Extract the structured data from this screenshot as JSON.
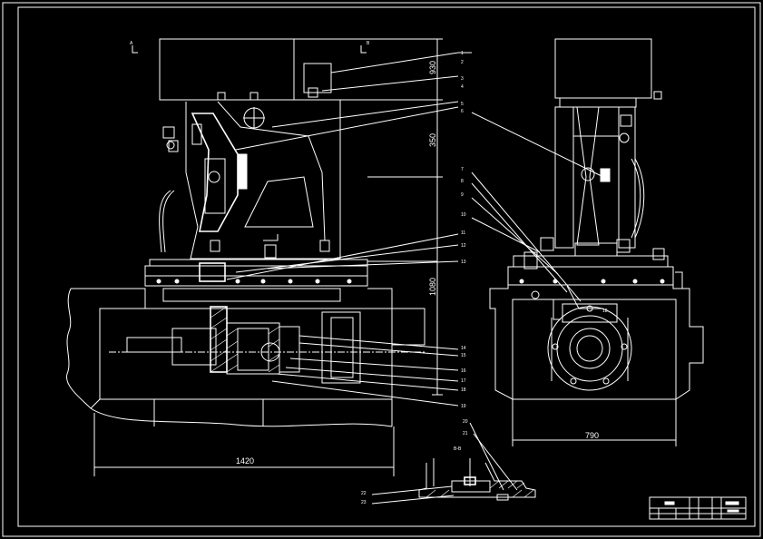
{
  "drawing": {
    "dimensions": {
      "left_width": "1420",
      "right_width": "790",
      "height_top": "930",
      "height_mid": "350",
      "height_low": "1080",
      "slot_width": "18"
    },
    "part_numbers_upper": [
      "1",
      "2",
      "3",
      "4",
      "5",
      "6",
      "7",
      "8",
      "9",
      "10",
      "11",
      "12",
      "13"
    ],
    "part_numbers_lower": [
      "14",
      "15",
      "16",
      "17",
      "18",
      "19",
      "20",
      "21",
      "22",
      "23"
    ],
    "section_marks": {
      "a": "A",
      "b": "B"
    },
    "detail_label": "B-B"
  },
  "title_block": {
    "row1": [
      "",
      "",
      "",
      ""
    ],
    "row2": [
      "",
      "",
      "",
      ""
    ]
  }
}
